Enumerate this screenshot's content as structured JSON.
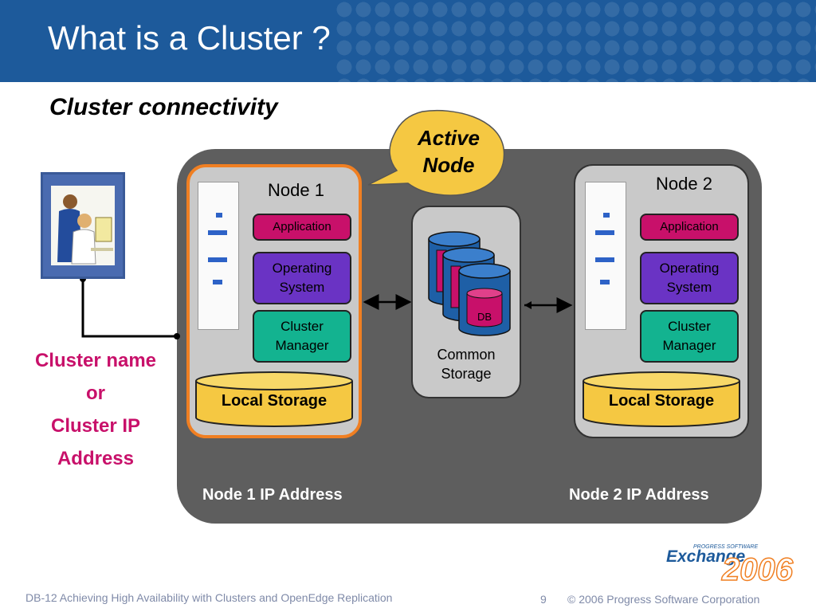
{
  "slide": {
    "title": "What is a Cluster ?",
    "subtitle": "Cluster connectivity"
  },
  "callout": {
    "line1": "Active",
    "line2": "Node"
  },
  "client": {
    "line1": "Cluster name",
    "line2": "or",
    "line3": "Cluster IP",
    "line4": "Address"
  },
  "nodes": [
    {
      "label": "Node 1",
      "application": "Application",
      "os_line1": "Operating",
      "os_line2": "System",
      "cm_line1": "Cluster",
      "cm_line2": "Manager",
      "local_storage": "Local Storage",
      "ip_label": "Node 1 IP Address",
      "state": "active"
    },
    {
      "label": "Node 2",
      "application": "Application",
      "os_line1": "Operating",
      "os_line2": "System",
      "cm_line1": "Cluster",
      "cm_line2": "Manager",
      "local_storage": "Local Storage",
      "ip_label": "Node 2 IP Address",
      "state": "standby"
    }
  ],
  "common_storage": {
    "db_label": "DB",
    "line1": "Common",
    "line2": "Storage"
  },
  "footer": {
    "session": "DB-12 Achieving High Availability with Clusters and OpenEdge Replication",
    "page": "9",
    "copyright": "© 2006 Progress Software Corporation"
  },
  "logo": {
    "tagline": "PROGRESS SOFTWARE",
    "word": "Exchange",
    "year": "2006"
  },
  "colors": {
    "header": "#1d5a9b",
    "cluster_bg": "#5e5e5e",
    "node_bg": "#c9c9c9",
    "active_border": "#f07f22",
    "application": "#c8106a",
    "os": "#6a33c4",
    "cluster_manager": "#13b390",
    "local_storage": "#f5c842",
    "db_cylinder": "#1e5fa6",
    "client_text": "#c8106a",
    "callout": "#f5c842"
  }
}
